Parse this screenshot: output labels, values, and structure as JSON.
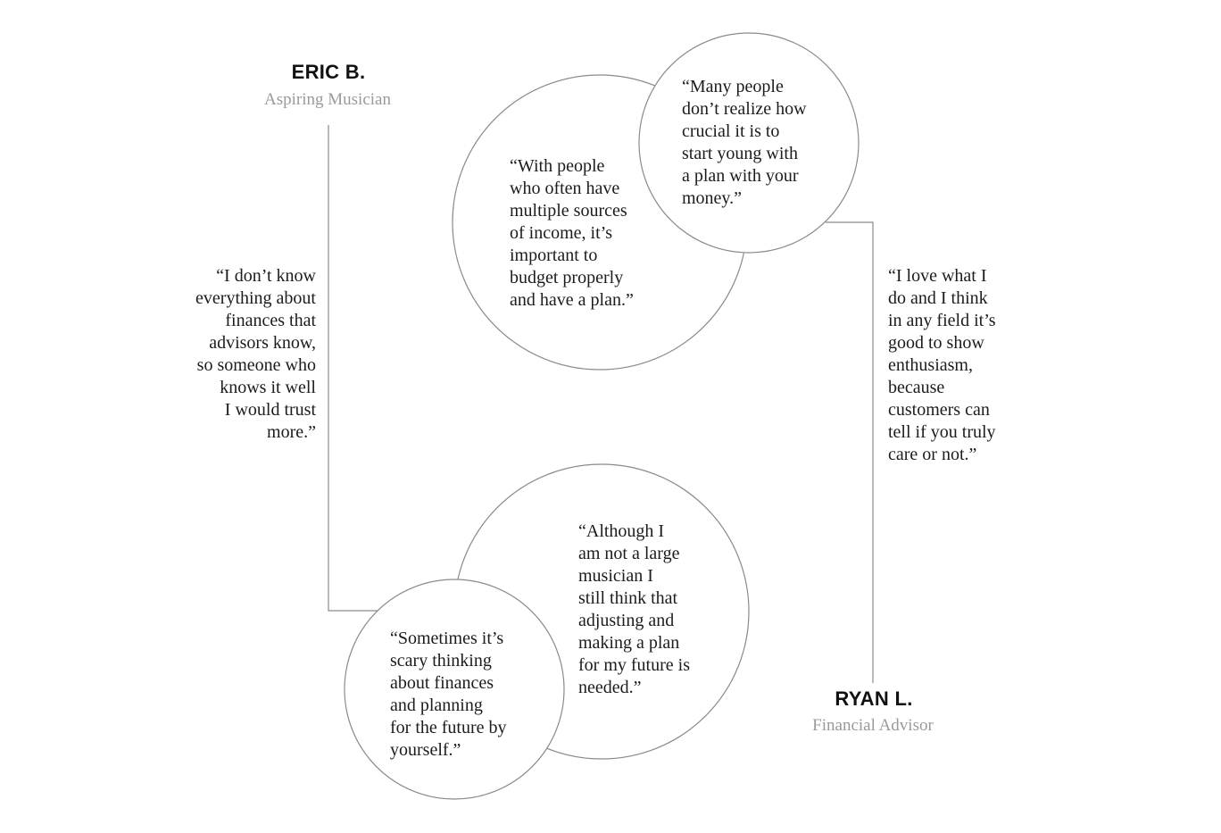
{
  "personas": {
    "eric": {
      "name": "ERIC B.",
      "role": "Aspiring Musician"
    },
    "ryan": {
      "name": "RYAN L.",
      "role": "Financial Advisor"
    }
  },
  "quotes": {
    "eric_side": "“I don’t know\neverything about\nfinances that\nadvisors know,\nso someone who\nknows it well\nI would trust\nmore.”",
    "ryan_side": "“I love what I\ndo and I think\nin any field it’s\ngood to show\nenthusiasm,\nbecause\ncustomers can\ntell if you truly\ncare or not.”",
    "ryan_bubble_large": "“With people\nwho often have\nmultiple sources\nof income, it’s\nimportant to\nbudget properly\nand have a plan.”",
    "ryan_bubble_small": "“Many people\ndon’t realize how\ncrucial it is to\nstart young with\na plan with your\nmoney.”",
    "eric_bubble_large": "“Although I\nam not a large\nmusician I\nstill think that\nadjusting and\nmaking a plan\nfor my future is\nneeded.”",
    "eric_bubble_small": "“Sometimes it’s\nscary thinking\nabout finances\nand planning\nfor the future by\nyourself.”"
  },
  "colors": {
    "stroke": "#7a7a7a",
    "role_text": "#9a9a9a",
    "name_text": "#111111"
  }
}
